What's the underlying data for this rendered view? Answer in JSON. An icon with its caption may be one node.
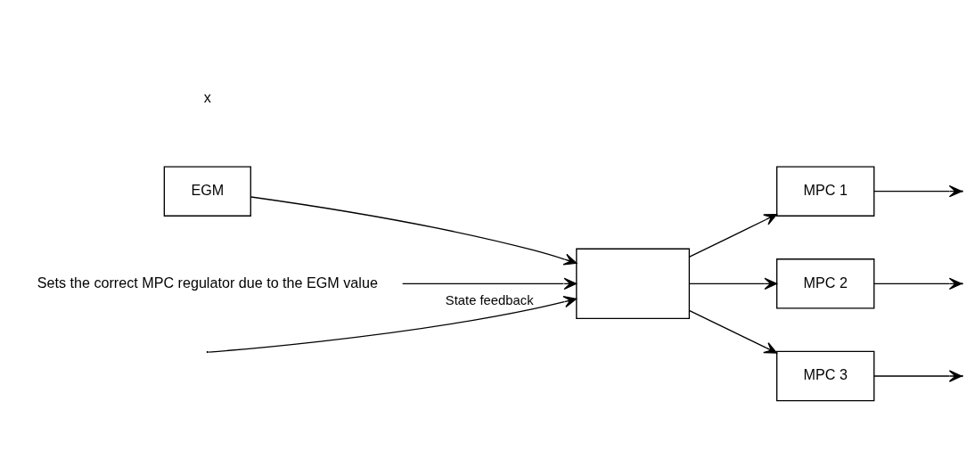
{
  "diagram": {
    "nodes": [
      {
        "text": [
          "EGM"
        ]
      },
      {
        "text": [],
        "shape": "box"
      },
      {
        "text": [
          "MPC 1"
        ]
      },
      {
        "text": [
          "MPC 2"
        ]
      },
      {
        "text": [
          "MPC 3"
        ]
      },
      {
        "text": [
          "Sets the correct MPC regulator due to the EGM value"
        ]
      }
    ],
    "edges": [
      {
        "from": 0,
        "to": 1,
        "arrow": "to"
      },
      {
        "from": null,
        "to": 1,
        "arrow": "to",
        "label": "State feedback"
      },
      {
        "from": 1,
        "to": 2,
        "arrow": "to"
      },
      {
        "from": 1,
        "to": 3,
        "arrow": "to"
      },
      {
        "from": 1,
        "to": 4,
        "arrow": "to"
      },
      {
        "from": 2,
        "to": null,
        "arrow": "to"
      },
      {
        "from": 3,
        "to": null,
        "arrow": "to"
      },
      {
        "from": 4,
        "to": null,
        "arrow": "to"
      },
      {
        "from": 5,
        "to": 1,
        "arrow": "to"
      }
    ],
    "labels": [
      "x"
    ]
  }
}
